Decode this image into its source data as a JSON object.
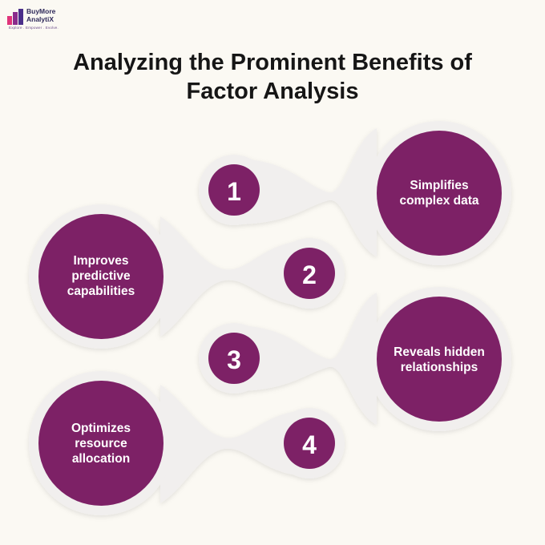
{
  "brand": {
    "name_line1": "BuyMore",
    "name_line2": "AnalytiX",
    "tagline": "Explore . Empower . Evolve."
  },
  "title": {
    "line1": "Analyzing the Prominent Benefits of",
    "line2": "Factor Analysis"
  },
  "colors": {
    "primary": "#7d2166",
    "background": "#fbf9f3",
    "connector": "#f1efee"
  },
  "benefits": [
    {
      "number": "1",
      "lines": [
        "Simplifies",
        "complex data"
      ]
    },
    {
      "number": "2",
      "lines": [
        "Improves",
        "predictive",
        "capabilities"
      ]
    },
    {
      "number": "3",
      "lines": [
        "Reveals hidden",
        "relationships"
      ]
    },
    {
      "number": "4",
      "lines": [
        "Optimizes",
        "resource",
        "allocation"
      ]
    }
  ]
}
